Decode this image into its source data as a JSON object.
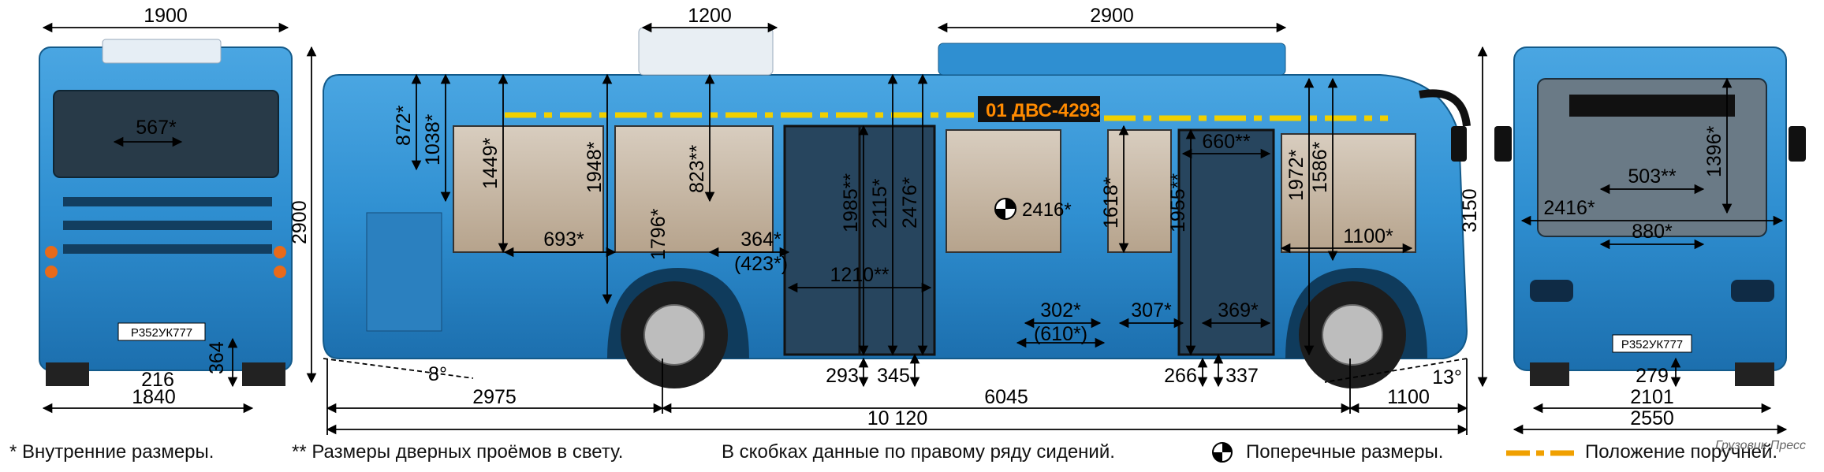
{
  "diagram": {
    "front_bus": {
      "plate": "Р352УК777",
      "dims": {
        "top_width": "1900",
        "window_inner": "567*",
        "wheel_offset": "216",
        "step_height": "364",
        "track": "1840"
      }
    },
    "side_bus": {
      "destination_route": "01",
      "destination_text": "ДВС-4293",
      "overall_height": "2900",
      "dims_top": {
        "ac_unit": "1200",
        "roof_unit": "2900"
      },
      "dims_vertical": [
        "872*",
        "1038*",
        "1449*",
        "1948*",
        "823**",
        "1796*",
        "1985**",
        "2115*",
        "2476*",
        "1618*",
        "1955**",
        "1972*",
        "1586*"
      ],
      "dims_horizontal": [
        "693*",
        "364*",
        "(423*)",
        "1210**",
        "660**",
        "1100*",
        "302*",
        "(610*)",
        "307*",
        "369*"
      ],
      "center_mass": "2416*",
      "heights_bottom": [
        "293",
        "345",
        "266",
        "337"
      ],
      "angle_front": "8°",
      "angle_rear": "13°",
      "lengths": {
        "front_overhang": "2975",
        "wheelbase": "6045",
        "rear_overhang": "1100",
        "total": "10 120"
      }
    },
    "rear_bus": {
      "plate": "Р352УК777",
      "overall_height": "3150",
      "dims": {
        "seat_width": "503**",
        "height_inner": "1396*",
        "inner_width": "2416*",
        "aisle": "880*",
        "step": "279",
        "track": "2101",
        "width": "2550"
      }
    }
  },
  "legend": {
    "inner": "* Внутренние размеры.",
    "door": "** Размеры дверных проёмов в свету.",
    "brackets": "В скобках данные по правому ряду сидений.",
    "cross": "Поперечные размеры.",
    "handrail": "Положение поручней."
  },
  "watermark": "Грузовик Пресс",
  "colors": {
    "body": "#2d8fd2",
    "dark": "#1a5f95",
    "handrail": "#f0d000",
    "glass": "#c9b6a2",
    "led": "#ff8a00"
  }
}
